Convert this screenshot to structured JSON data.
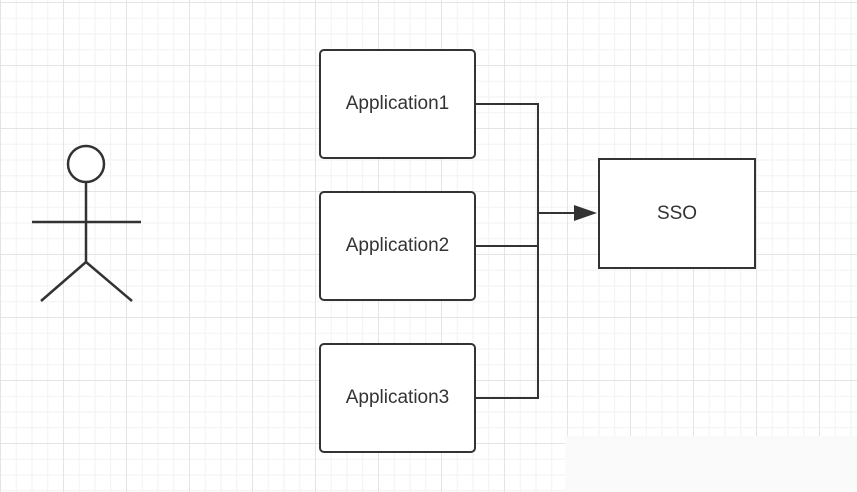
{
  "diagram": {
    "actor": {
      "icon": "stick-figure-actor-icon"
    },
    "applications": [
      {
        "label": "Application1"
      },
      {
        "label": "Application2"
      },
      {
        "label": "Application3"
      }
    ],
    "target": {
      "label": "SSO"
    },
    "colors": {
      "stroke": "#333333",
      "grid_major": "#e4e4e4",
      "grid_minor": "#f2f2f2",
      "background": "#ffffff"
    }
  }
}
